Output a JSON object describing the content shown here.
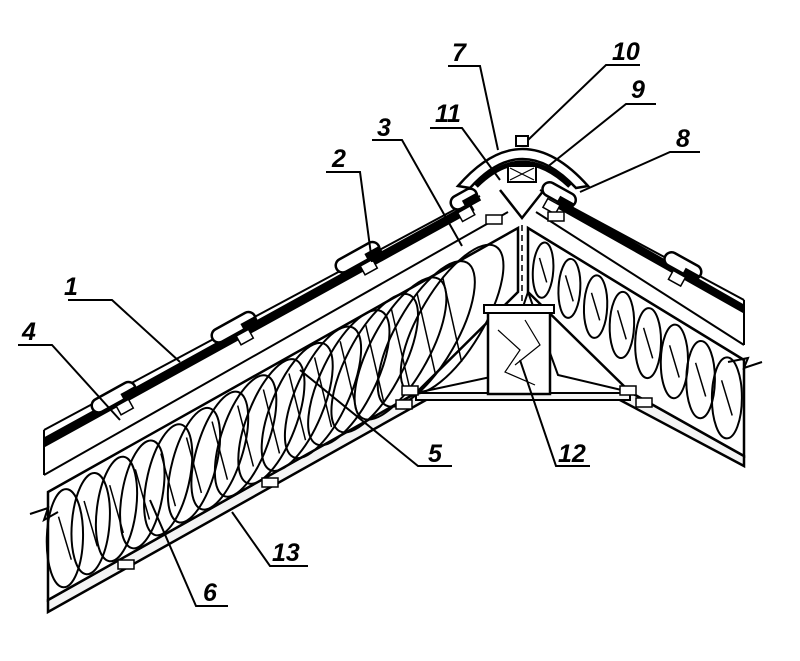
{
  "colors": {
    "ink": "#000000",
    "paper": "#ffffff",
    "board": "#f4f4f4"
  },
  "callouts": [
    {
      "id": "1",
      "label": "1"
    },
    {
      "id": "2",
      "label": "2"
    },
    {
      "id": "3",
      "label": "3"
    },
    {
      "id": "4",
      "label": "4"
    },
    {
      "id": "5",
      "label": "5"
    },
    {
      "id": "6",
      "label": "6"
    },
    {
      "id": "7",
      "label": "7"
    },
    {
      "id": "8",
      "label": "8"
    },
    {
      "id": "9",
      "label": "9"
    },
    {
      "id": "10",
      "label": "10"
    },
    {
      "id": "11",
      "label": "11"
    },
    {
      "id": "12",
      "label": "12"
    },
    {
      "id": "13",
      "label": "13"
    }
  ]
}
